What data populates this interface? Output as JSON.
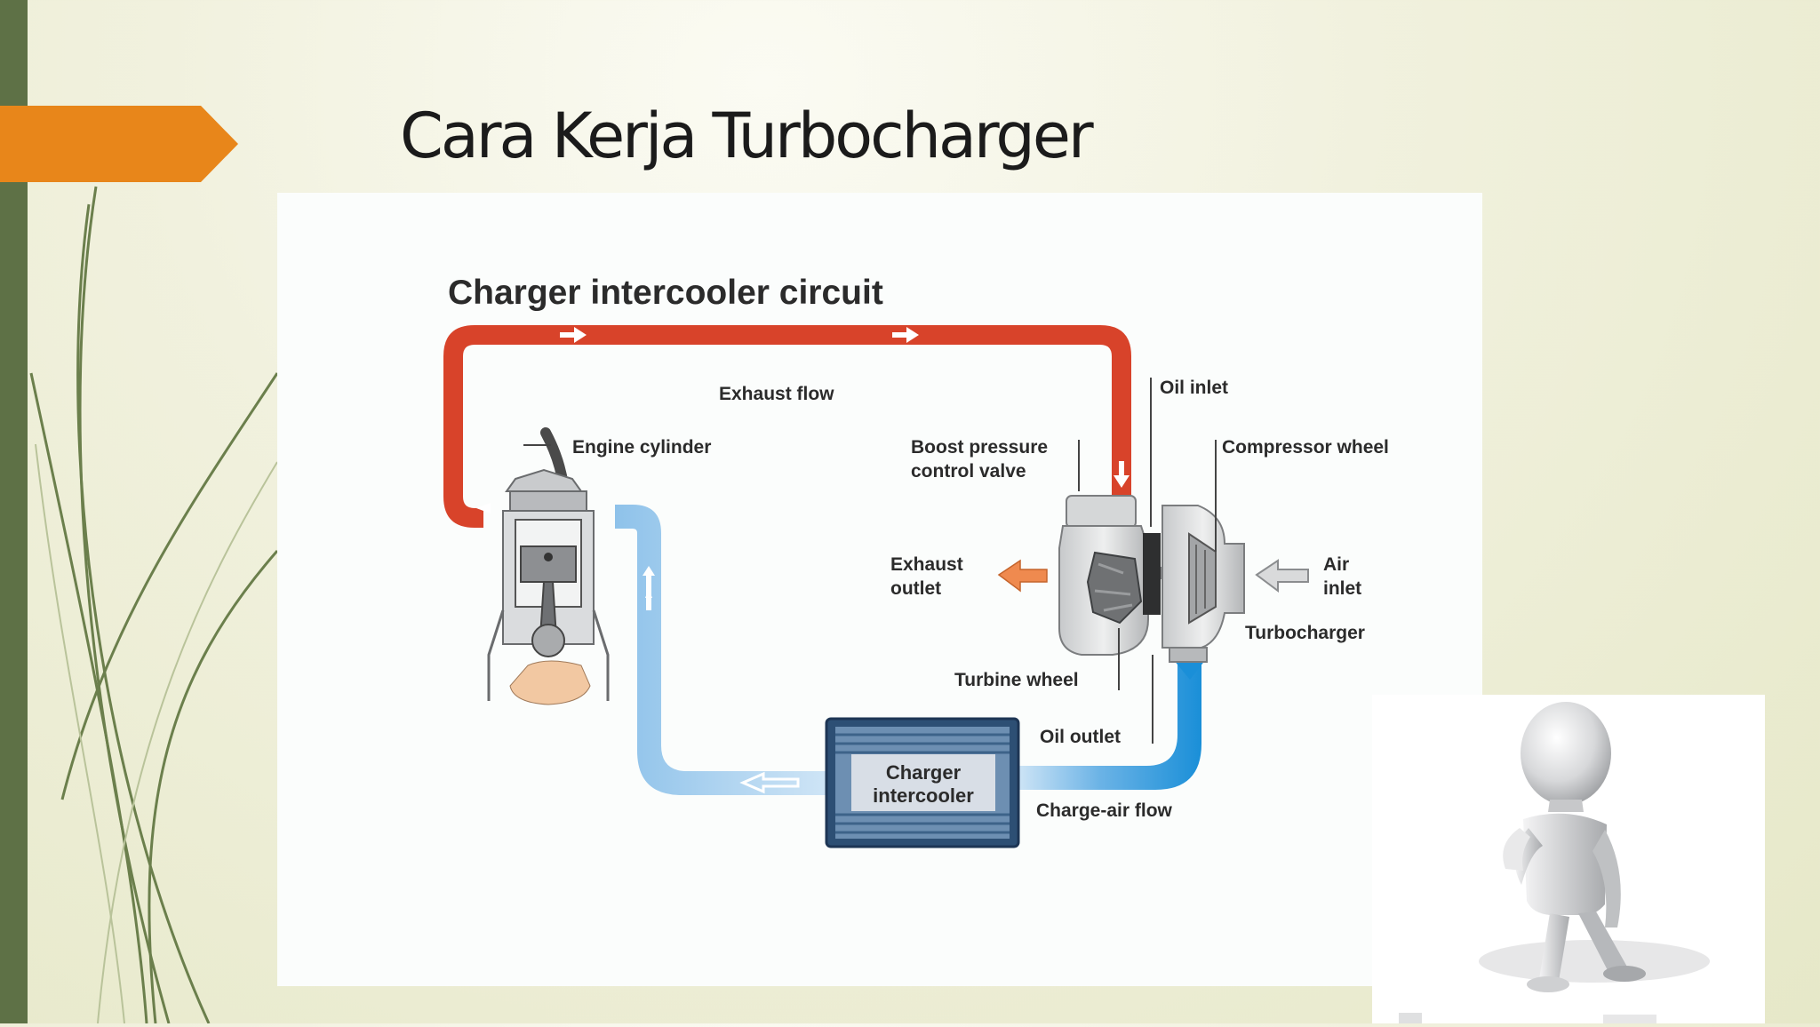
{
  "slide": {
    "title": "Cara Kerja Turbocharger",
    "colors": {
      "accent": "#e8861a",
      "sidebar": "#5e7146",
      "title": "#1b1b1b"
    }
  },
  "diagram": {
    "heading": "Charger intercooler circuit",
    "labels": {
      "exhaust_flow": "Exhaust flow",
      "engine_cylinder": "Engine cylinder",
      "oil_inlet": "Oil inlet",
      "boost_valve_line1": "Boost pressure",
      "boost_valve_line2": "control valve",
      "compressor_wheel": "Compressor wheel",
      "exhaust_outlet_line1": "Exhaust",
      "exhaust_outlet_line2": "outlet",
      "air_inlet_line1": "Air",
      "air_inlet_line2": "inlet",
      "turbocharger": "Turbocharger",
      "turbine_wheel": "Turbine wheel",
      "oil_outlet": "Oil outlet",
      "intercooler_line1": "Charger",
      "intercooler_line2": "intercooler",
      "charge_air_flow": "Charge-air flow"
    },
    "colors": {
      "exhaust": "#d8432a",
      "charge_air": "#4aa2dc",
      "exhaust_arrow": "#ef8a4f"
    }
  },
  "figure": {
    "icon": "thinking-figure-icon"
  }
}
